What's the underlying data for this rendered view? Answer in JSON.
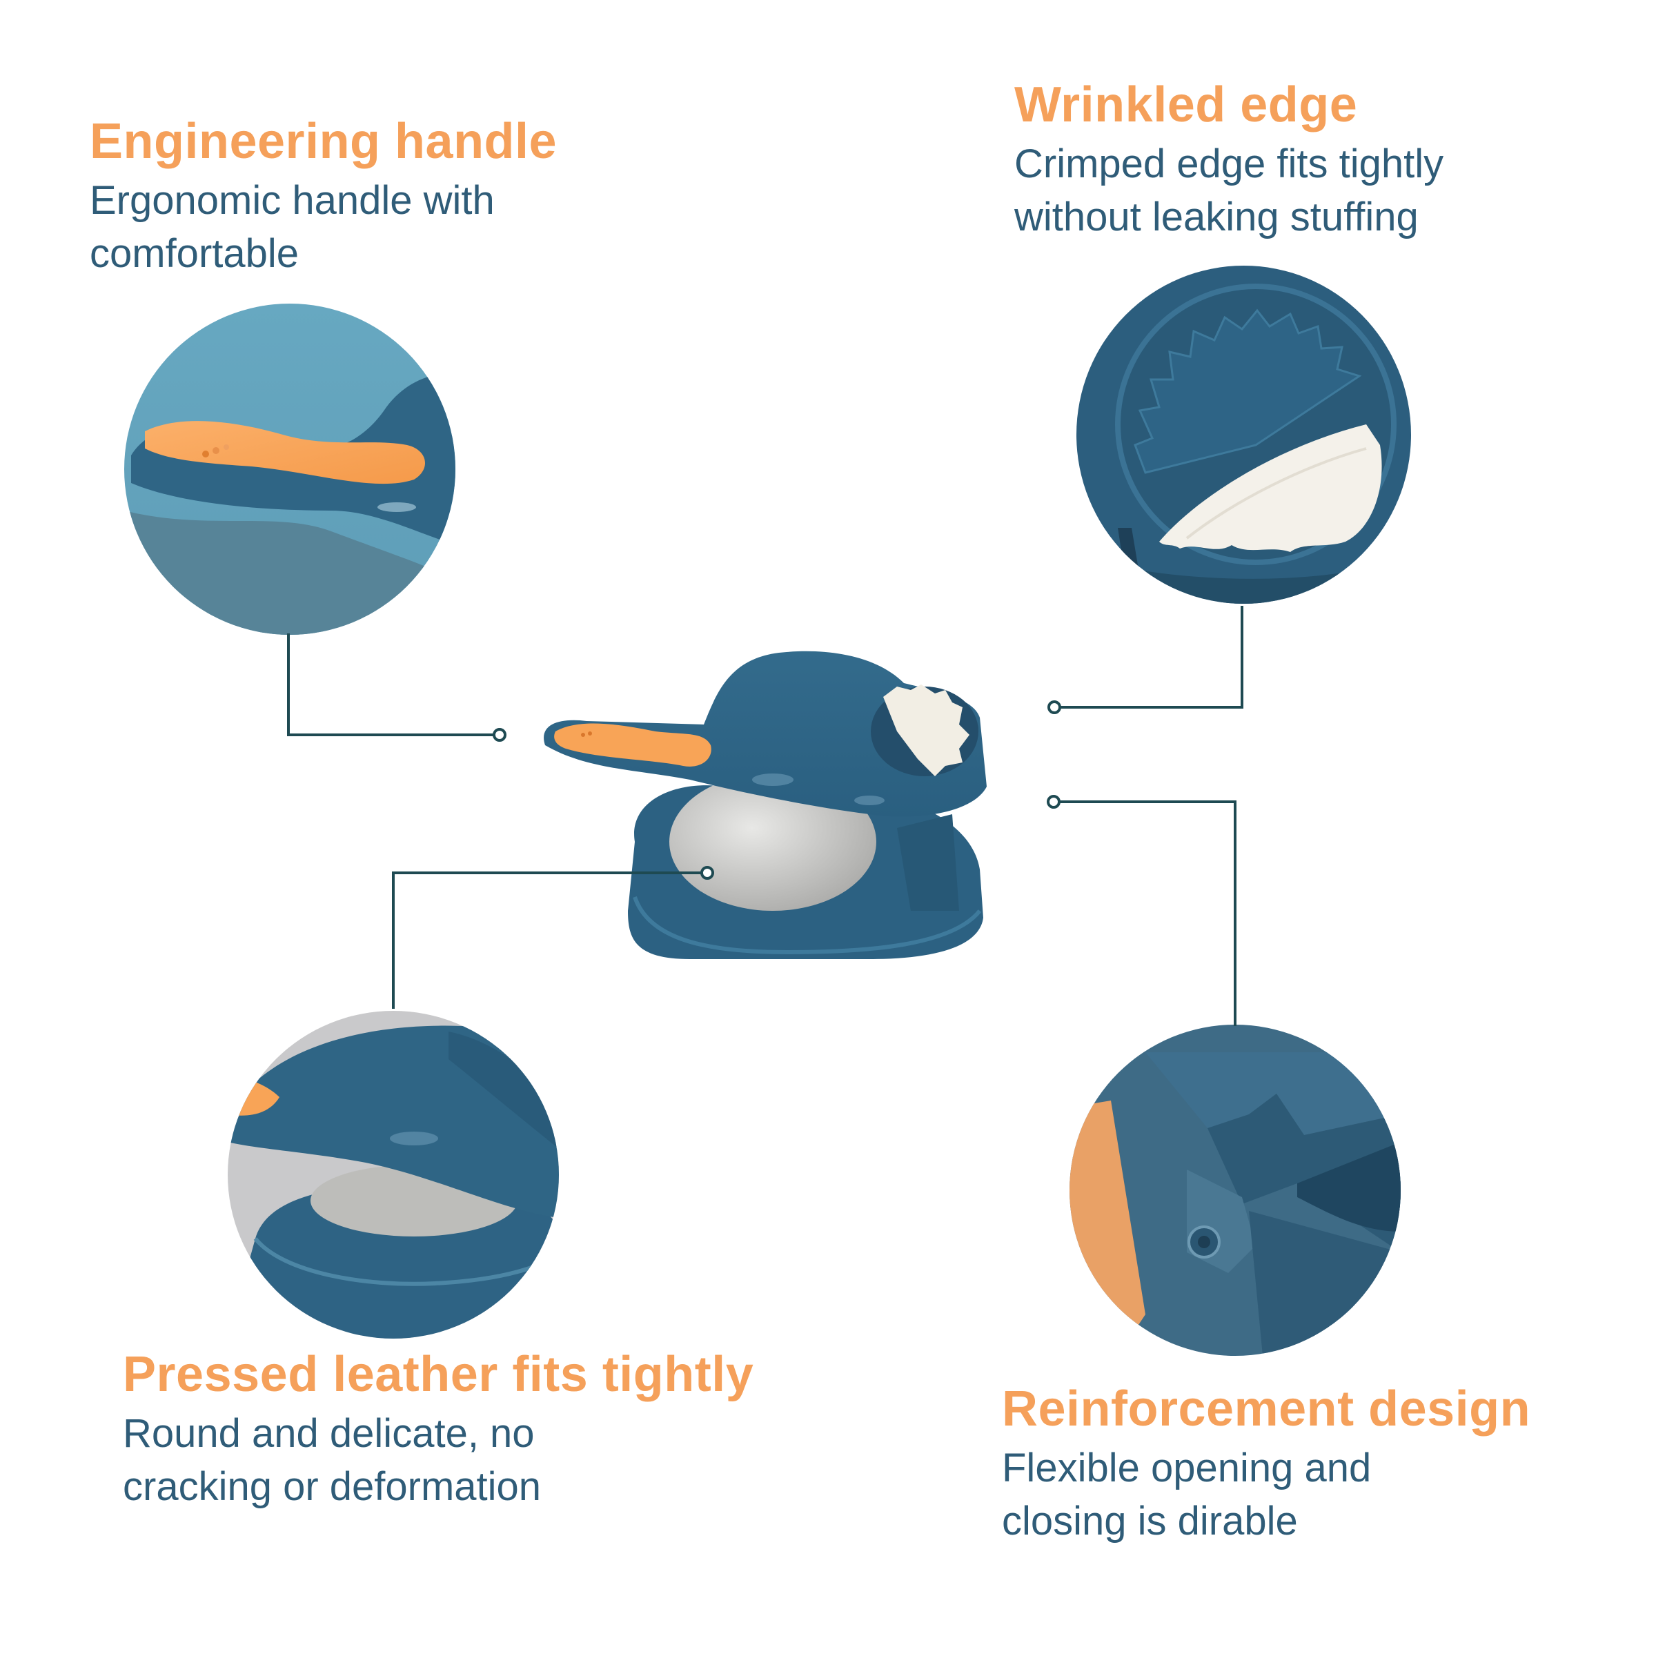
{
  "colors": {
    "accent": "#F5A05A",
    "body_text": "#2F5C78",
    "product_blue": "#2F6585",
    "product_dark": "#245070",
    "handle_orange": "#F8A457",
    "connector_line": "#1E4A52",
    "background": "#FFFFFF"
  },
  "features": [
    {
      "id": "engineering-handle",
      "title": "Engineering handle",
      "description_lines": [
        "Ergonomic handle with",
        "comfortable"
      ]
    },
    {
      "id": "wrinkled-edge",
      "title": "Wrinkled edge",
      "description_lines": [
        "Crimped edge fits tightly",
        "without leaking stuffing"
      ]
    },
    {
      "id": "pressed-leather",
      "title": "Pressed leather fits tightly",
      "description_lines": [
        "Round and delicate, no",
        "cracking or deformation"
      ]
    },
    {
      "id": "reinforcement-design",
      "title": "Reinforcement design",
      "description_lines": [
        "Flexible opening and",
        "closing is dirable"
      ]
    }
  ],
  "product": {
    "name": "dumpling-maker-press",
    "icon": "dumpling-press-illustration"
  },
  "detail_views": [
    {
      "id": "handle-closeup",
      "icon": "orange-grip-handle-closeup"
    },
    {
      "id": "crimp-closeup",
      "icon": "crimped-dumpling-mold-closeup"
    },
    {
      "id": "press-closeup",
      "icon": "dough-press-plate-closeup"
    },
    {
      "id": "hinge-closeup",
      "icon": "hinge-reinforcement-closeup"
    }
  ]
}
